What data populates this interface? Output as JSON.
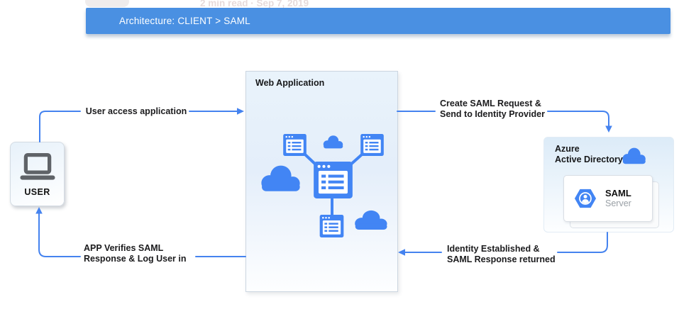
{
  "page": {
    "faint_text": "2 min read · Sep 7, 2019",
    "background_color": "#ffffff"
  },
  "banner": {
    "title": "Architecture: CLIENT > SAML",
    "bg_color": "#4a90e2",
    "text_color": "#ffffff"
  },
  "colors": {
    "arrow_blue": "#4583ef",
    "icon_blue": "#4285f4",
    "label_text": "#1b1b1d",
    "subtitle_gray": "#9aa0a6",
    "laptop_gray": "#5f6368"
  },
  "nodes": {
    "user": {
      "label": "USER",
      "icon": "laptop-icon"
    },
    "web_app": {
      "title": "Web Application",
      "graphic_icons": [
        "browser-window-icon",
        "cloud-icon",
        "network-connector-lines"
      ]
    },
    "azure": {
      "title_line1": "Azure",
      "title_line2": "Active Directory",
      "icon": "cloud-icon",
      "card": {
        "title": "SAML",
        "subtitle": "Server",
        "icon": "identity-badge-icon"
      }
    }
  },
  "flows": [
    {
      "label": "User access application",
      "from": "user",
      "to": "web_app"
    },
    {
      "label_line1": "Create SAML Request &",
      "label_line2": "Send to Identity Provider",
      "from": "web_app",
      "to": "azure"
    },
    {
      "label_line1": "Identity Established &",
      "label_line2": "SAML Response returned",
      "from": "azure",
      "to": "web_app"
    },
    {
      "label_line1": "APP Verifies SAML",
      "label_line2": "Response & Log User in",
      "from": "web_app",
      "to": "user"
    }
  ]
}
